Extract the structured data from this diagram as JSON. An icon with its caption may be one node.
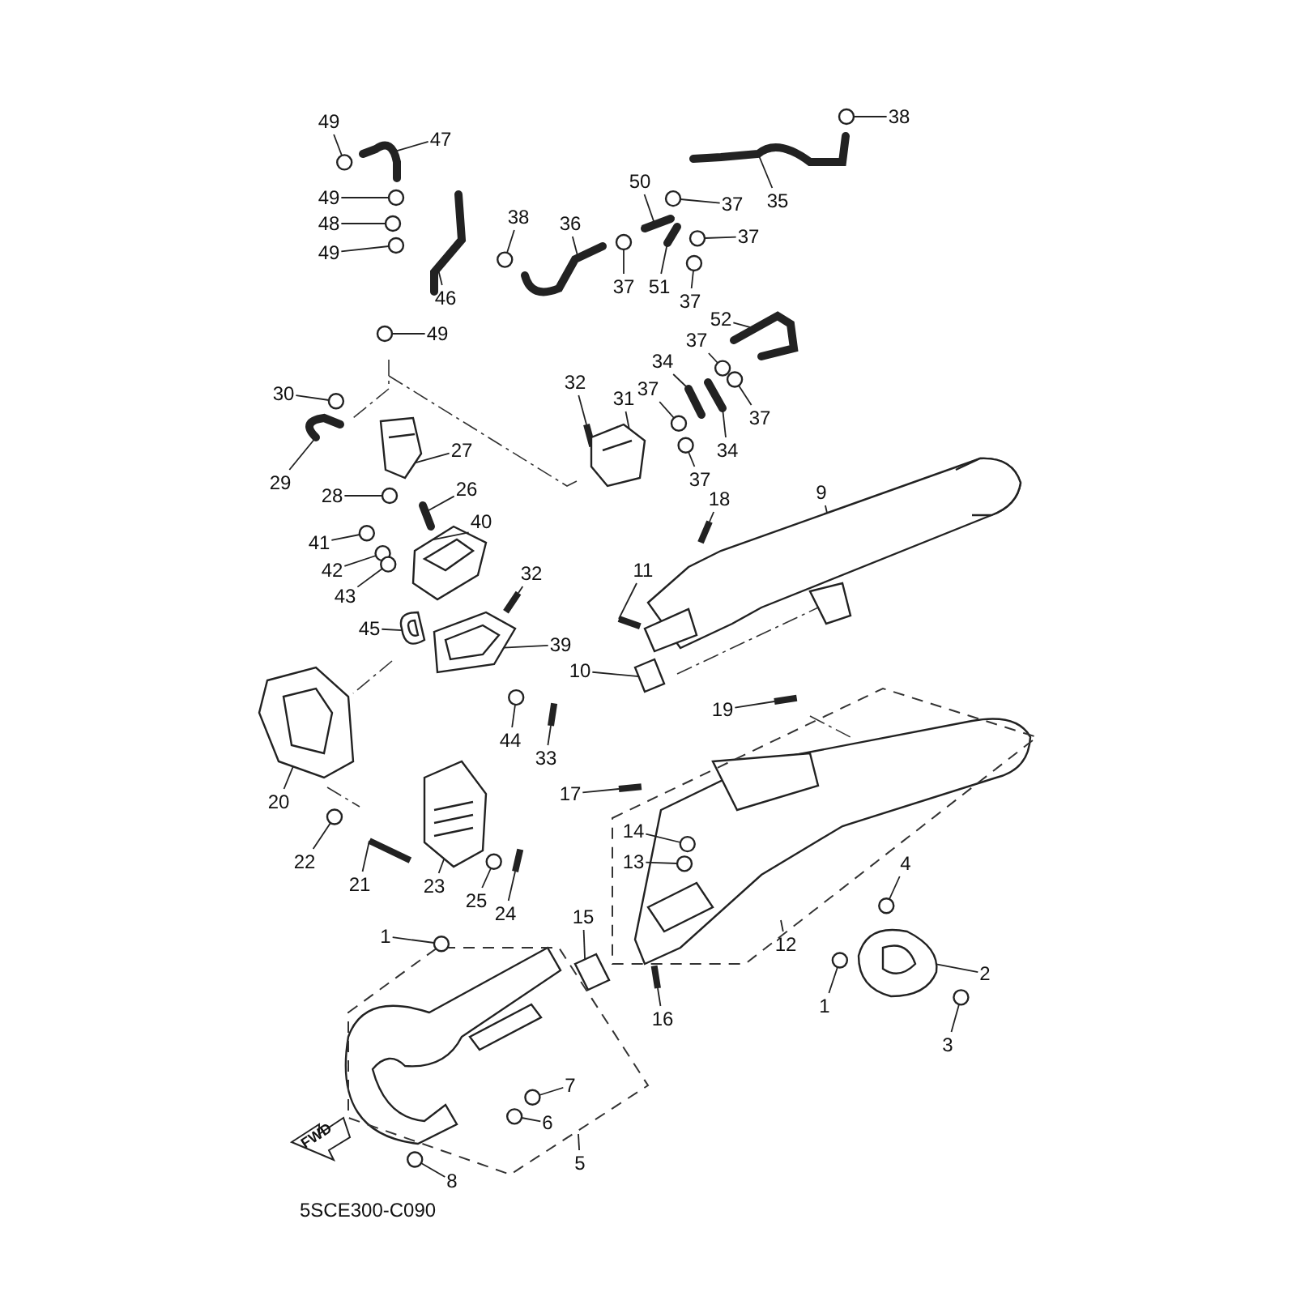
{
  "diagram": {
    "nodes": [
      {
        "text": [
          "49"
        ]
      },
      {
        "text": [
          "47"
        ]
      },
      {
        "text": [
          "49"
        ]
      },
      {
        "text": [
          "48"
        ]
      },
      {
        "text": [
          "49"
        ]
      },
      {
        "text": [
          "46"
        ]
      },
      {
        "text": [
          "49"
        ]
      },
      {
        "text": [
          "38"
        ]
      },
      {
        "text": [
          "36"
        ]
      },
      {
        "text": [
          "50"
        ]
      },
      {
        "text": [
          "37"
        ]
      },
      {
        "text": [
          "35"
        ]
      },
      {
        "text": [
          "38"
        ]
      },
      {
        "text": [
          "37"
        ]
      },
      {
        "text": [
          "37"
        ]
      },
      {
        "text": [
          "51"
        ]
      },
      {
        "text": [
          "37"
        ]
      },
      {
        "text": [
          "52"
        ]
      },
      {
        "text": [
          "37"
        ]
      },
      {
        "text": [
          "34"
        ]
      },
      {
        "text": [
          "37"
        ]
      },
      {
        "text": [
          "34"
        ]
      },
      {
        "text": [
          "37"
        ]
      },
      {
        "text": [
          "37"
        ]
      },
      {
        "text": [
          "32"
        ]
      },
      {
        "text": [
          "31"
        ]
      },
      {
        "text": [
          "30"
        ]
      },
      {
        "text": [
          "29"
        ]
      },
      {
        "text": [
          "27"
        ]
      },
      {
        "text": [
          "28"
        ]
      },
      {
        "text": [
          "26"
        ]
      },
      {
        "text": [
          "40"
        ]
      },
      {
        "text": [
          "41"
        ]
      },
      {
        "text": [
          "42"
        ]
      },
      {
        "text": [
          "43"
        ]
      },
      {
        "text": [
          "32"
        ]
      },
      {
        "text": [
          "45"
        ]
      },
      {
        "text": [
          "39"
        ]
      },
      {
        "text": [
          "44"
        ]
      },
      {
        "text": [
          "33"
        ]
      },
      {
        "text": [
          "20"
        ]
      },
      {
        "text": [
          "22"
        ]
      },
      {
        "text": [
          "21"
        ]
      },
      {
        "text": [
          "23"
        ]
      },
      {
        "text": [
          "25"
        ]
      },
      {
        "text": [
          "24"
        ]
      },
      {
        "text": [
          "9"
        ]
      },
      {
        "text": [
          "18"
        ]
      },
      {
        "text": [
          "11"
        ]
      },
      {
        "text": [
          "10"
        ]
      },
      {
        "text": [
          "19"
        ]
      },
      {
        "text": [
          "17"
        ]
      },
      {
        "text": [
          "14"
        ]
      },
      {
        "text": [
          "13"
        ]
      },
      {
        "text": [
          "12"
        ]
      },
      {
        "text": [
          "4"
        ]
      },
      {
        "text": [
          "2"
        ]
      },
      {
        "text": [
          "1"
        ]
      },
      {
        "text": [
          "15"
        ]
      },
      {
        "text": [
          "1"
        ]
      },
      {
        "text": [
          "16"
        ]
      },
      {
        "text": [
          "3"
        ]
      },
      {
        "text": [
          "7"
        ]
      },
      {
        "text": [
          "6"
        ]
      },
      {
        "text": [
          "5"
        ]
      },
      {
        "text": [
          "8"
        ]
      },
      {
        "text": [],
        "shape": "circle"
      },
      {
        "text": [],
        "shape": "circle"
      },
      {
        "text": [],
        "shape": "circle"
      },
      {
        "text": [],
        "shape": "circle"
      },
      {
        "text": [],
        "shape": "circle"
      },
      {
        "text": [],
        "shape": "circle"
      },
      {
        "text": [],
        "shape": "circle"
      },
      {
        "text": [],
        "shape": "circle"
      },
      {
        "text": [],
        "shape": "circle"
      },
      {
        "text": [],
        "shape": "circle"
      },
      {
        "text": [],
        "shape": "circle"
      },
      {
        "text": [],
        "shape": "circle"
      },
      {
        "text": [],
        "shape": "circle"
      },
      {
        "text": [],
        "shape": "circle"
      },
      {
        "text": [],
        "shape": "circle"
      },
      {
        "text": [],
        "shape": "bar"
      },
      {
        "text": [],
        "shape": "circle"
      },
      {
        "text": [],
        "shape": "circle"
      },
      {
        "text": [],
        "shape": "circle"
      },
      {
        "text": [],
        "shape": "circle"
      },
      {
        "text": [],
        "shape": "circle"
      },
      {
        "text": [],
        "shape": "bar"
      },
      {
        "text": [],
        "shape": "circle"
      },
      {
        "text": [],
        "shape": "bar"
      },
      {
        "text": [],
        "shape": "circle"
      },
      {
        "text": [],
        "shape": "bar"
      },
      {
        "text": [],
        "shape": "circle"
      },
      {
        "text": [],
        "shape": "bar"
      },
      {
        "text": [],
        "shape": "bar"
      },
      {
        "text": [],
        "shape": "bar"
      },
      {
        "text": [],
        "shape": "bar"
      },
      {
        "text": [],
        "shape": "bar"
      },
      {
        "text": [],
        "shape": "circle"
      },
      {
        "text": [],
        "shape": "circle"
      },
      {
        "text": [],
        "shape": "circle"
      },
      {
        "text": [],
        "shape": "circle"
      },
      {
        "text": [],
        "shape": "circle"
      },
      {
        "text": [],
        "shape": "bar"
      },
      {
        "text": [],
        "shape": "circle"
      },
      {
        "text": [],
        "shape": "circle"
      },
      {
        "text": [],
        "shape": "circle"
      },
      {
        "text": [],
        "shape": "circle"
      },
      {
        "text": [],
        "shape": "pipe"
      },
      {
        "text": [],
        "shape": "pipe"
      },
      {
        "text": [],
        "shape": "pipe"
      },
      {
        "text": [],
        "shape": "pipe"
      },
      {
        "text": [],
        "shape": "pipe"
      },
      {
        "text": [],
        "shape": "pipe"
      },
      {
        "text": [],
        "shape": "pipe"
      },
      {
        "text": [],
        "shape": "pipe"
      },
      {
        "text": [],
        "shape": "pipe"
      },
      {
        "text": [],
        "shape": "picture"
      },
      {
        "text": [],
        "shape": "pipe"
      },
      {
        "text": [],
        "shape": "picture"
      },
      {
        "text": [],
        "shape": "pipe"
      },
      {
        "text": [],
        "shape": "picture"
      },
      {
        "text": [],
        "shape": "picture"
      },
      {
        "text": [],
        "shape": "picture"
      },
      {
        "text": [],
        "shape": "picture"
      },
      {
        "text": [],
        "shape": "picture"
      },
      {
        "text": [],
        "shape": "picture"
      },
      {
        "text": [],
        "shape": "picture"
      },
      {
        "text": [],
        "shape": "picture"
      },
      {
        "text": [],
        "shape": "picture"
      }
    ],
    "edges": [
      {
        "from": 0,
        "to": 66,
        "arrow": "none"
      },
      {
        "from": 1,
        "to": 108,
        "arrow": "none"
      },
      {
        "from": 2,
        "to": 67,
        "arrow": "none"
      },
      {
        "from": 3,
        "to": 68,
        "arrow": "none"
      },
      {
        "from": 4,
        "to": 69,
        "arrow": "none"
      },
      {
        "from": 5,
        "to": 109,
        "arrow": "none"
      },
      {
        "from": 6,
        "to": 70,
        "arrow": "none"
      },
      {
        "from": 7,
        "to": 71,
        "arrow": "none"
      },
      {
        "from": 8,
        "to": 110,
        "arrow": "none"
      },
      {
        "from": 9,
        "to": 111,
        "arrow": "none"
      },
      {
        "from": 10,
        "to": 72,
        "arrow": "none"
      },
      {
        "from": 11,
        "to": 112,
        "arrow": "none"
      },
      {
        "from": 12,
        "to": 73,
        "arrow": "none"
      },
      {
        "from": 13,
        "to": 74,
        "arrow": "none"
      },
      {
        "from": 14,
        "to": 75,
        "arrow": "none"
      },
      {
        "from": 15,
        "to": 113,
        "arrow": "none"
      },
      {
        "from": 16,
        "to": 76,
        "arrow": "none"
      },
      {
        "from": 17,
        "to": 114,
        "arrow": "none"
      },
      {
        "from": 18,
        "to": 77,
        "arrow": "none"
      },
      {
        "from": 19,
        "to": 115,
        "arrow": "none"
      },
      {
        "from": 20,
        "to": 78,
        "arrow": "none"
      },
      {
        "from": 21,
        "to": 116,
        "arrow": "none"
      },
      {
        "from": 22,
        "to": 79,
        "arrow": "none"
      },
      {
        "from": 23,
        "to": 80,
        "arrow": "none"
      },
      {
        "from": 24,
        "to": 81,
        "arrow": "none"
      },
      {
        "from": 25,
        "to": 117,
        "arrow": "none"
      },
      {
        "from": 26,
        "to": 82,
        "arrow": "none"
      },
      {
        "from": 27,
        "to": 118,
        "arrow": "none"
      },
      {
        "from": 28,
        "to": 119,
        "arrow": "none"
      },
      {
        "from": 29,
        "to": 83,
        "arrow": "none"
      },
      {
        "from": 30,
        "to": 120,
        "arrow": "none"
      },
      {
        "from": 31,
        "to": 121,
        "arrow": "none"
      },
      {
        "from": 32,
        "to": 84,
        "arrow": "none"
      },
      {
        "from": 33,
        "to": 85,
        "arrow": "none"
      },
      {
        "from": 34,
        "to": 86,
        "arrow": "none"
      },
      {
        "from": 35,
        "to": 87,
        "arrow": "none"
      },
      {
        "from": 36,
        "to": 122,
        "arrow": "none"
      },
      {
        "from": 37,
        "to": 123,
        "arrow": "none"
      },
      {
        "from": 38,
        "to": 88,
        "arrow": "none"
      },
      {
        "from": 39,
        "to": 89,
        "arrow": "none"
      },
      {
        "from": 40,
        "to": 124,
        "arrow": "none"
      },
      {
        "from": 41,
        "to": 90,
        "arrow": "none"
      },
      {
        "from": 42,
        "to": 91,
        "arrow": "none"
      },
      {
        "from": 43,
        "to": 125,
        "arrow": "none"
      },
      {
        "from": 44,
        "to": 92,
        "arrow": "none"
      },
      {
        "from": 45,
        "to": 93,
        "arrow": "none"
      },
      {
        "from": 46,
        "to": 126,
        "arrow": "none"
      },
      {
        "from": 47,
        "to": 94,
        "arrow": "none"
      },
      {
        "from": 48,
        "to": 95,
        "arrow": "none"
      },
      {
        "from": 49,
        "to": 127,
        "arrow": "none"
      },
      {
        "from": 50,
        "to": 96,
        "arrow": "none"
      },
      {
        "from": 51,
        "to": 97,
        "arrow": "none"
      },
      {
        "from": 52,
        "to": 98,
        "arrow": "none"
      },
      {
        "from": 53,
        "to": 99,
        "arrow": "none"
      },
      {
        "from": 54,
        "to": null,
        "arrow": "none"
      },
      {
        "from": 55,
        "to": 100,
        "arrow": "none"
      },
      {
        "from": 56,
        "to": 128,
        "arrow": "none"
      },
      {
        "from": 57,
        "to": 101,
        "arrow": "none"
      },
      {
        "from": 58,
        "to": 129,
        "arrow": "none"
      },
      {
        "from": 59,
        "to": 102,
        "arrow": "none"
      },
      {
        "from": 60,
        "to": 103,
        "arrow": "none"
      },
      {
        "from": 61,
        "to": 104,
        "arrow": "none"
      },
      {
        "from": 62,
        "to": 105,
        "arrow": "none"
      },
      {
        "from": 63,
        "to": 106,
        "arrow": "none"
      },
      {
        "from": 64,
        "to": null,
        "arrow": "none"
      },
      {
        "from": 65,
        "to": 107,
        "arrow": "none"
      }
    ],
    "labels": [
      "FWD",
      "5SCE300-C090"
    ]
  }
}
